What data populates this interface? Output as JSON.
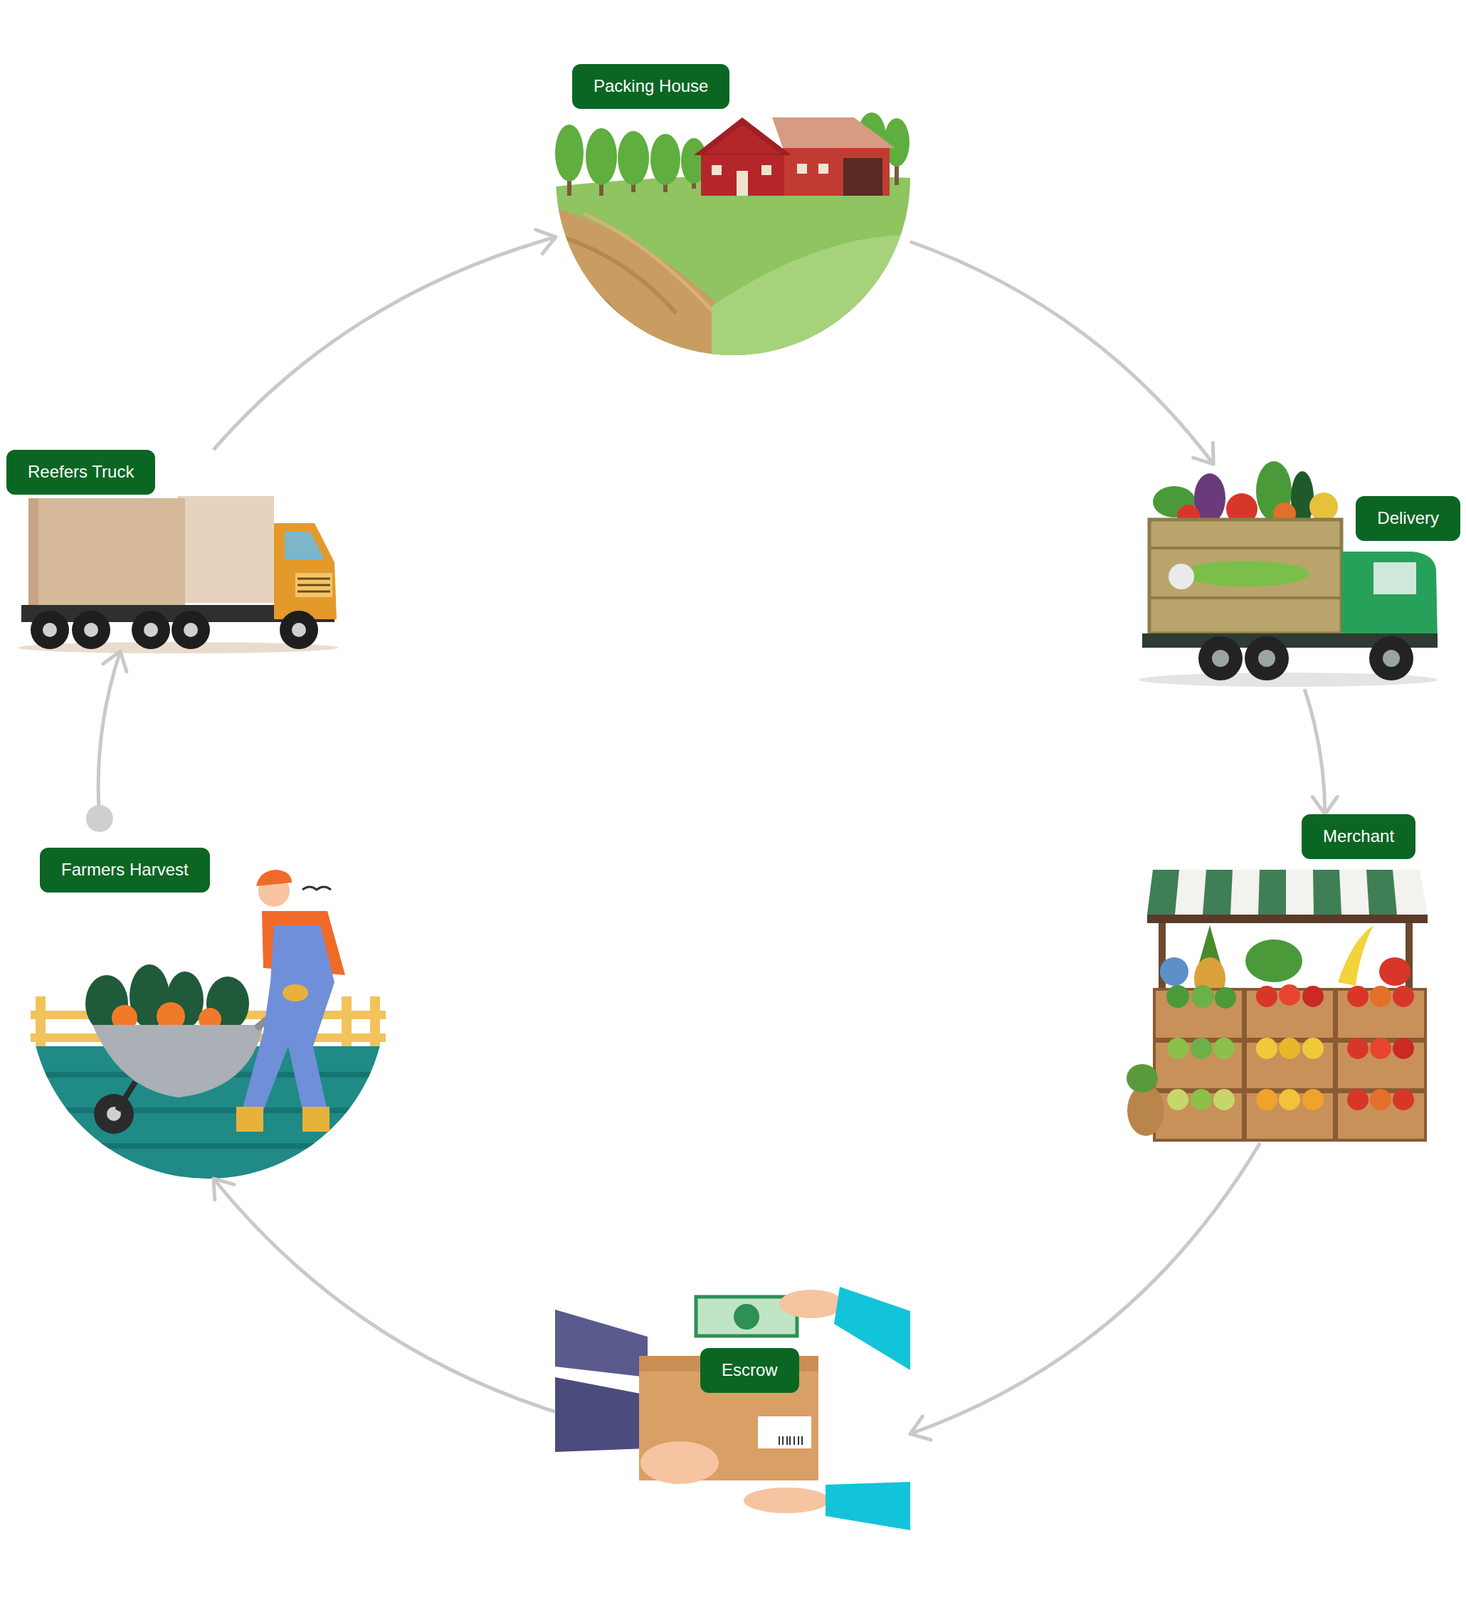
{
  "diagram": {
    "nodes": [
      {
        "text": [
          "Packing House"
        ]
      },
      {
        "text": [
          "Reefers Truck"
        ]
      },
      {
        "text": [
          "Delivery"
        ]
      },
      {
        "text": [
          "Merchant"
        ]
      },
      {
        "text": [
          "Farmers Harvest"
        ]
      },
      {
        "text": [
          "Escrow"
        ]
      }
    ],
    "edges": [
      {
        "from": 4,
        "to": 1,
        "arrow": "to"
      },
      {
        "from": 1,
        "to": 0,
        "arrow": "to"
      },
      {
        "from": 0,
        "to": 2,
        "arrow": "to"
      },
      {
        "from": 2,
        "to": 3,
        "arrow": "to"
      },
      {
        "from": 3,
        "to": 5,
        "arrow": "to"
      },
      {
        "from": 5,
        "to": 4,
        "arrow": "to"
      }
    ]
  }
}
